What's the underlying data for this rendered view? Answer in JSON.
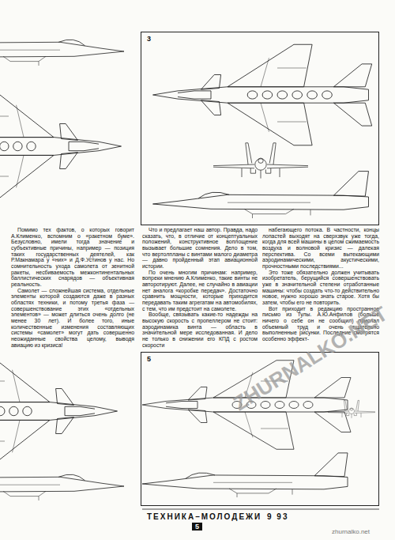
{
  "diagram": {
    "nodes": [
      {
        "text": [
          "3"
        ]
      },
      {
        "text": [
          "5"
        ]
      }
    ],
    "edges": [],
    "labels": [
      "Помимо тех фактов, о которых говорит А.Клименко, вспомним о «ракетном буме». Безусловно, имели тогда значение и субъективные причины, например — позиция таких государственных деятелей, как Р.Макнамара у «них» и Д.Ф.Устинов у нас. Но сомнительность ухода самолета от зенитной ракеты, несбиваемость межконтинентальных баллистических снарядов — объективная реальность.",
      "Самолет — сложнейшая система, отдельные элементы которой создаются даже в разных областях техники, и потому третья фаза — совершенствование этих «отдельных элементов» — может длиться очень долго (не менее 30 лет). И более того, иные количественные изменения составляющих системы «самолет» могут дать совершенно неожиданные свойства целому, выводя авиацию из кризиса!",
      "Что и предлагает наш автор. Правда, надо сказать, что, в отличие от концептуальных положений, конструктивное воплощение вызывает большие сомнения. Дело в том, что вертолпланы с винтами малого диаметра — давно пройденный этап авиационной истории.",
      "По очень многим причинам: например, вопреки мнению А.Клименко, такие винты не авторотируют. Далее, не случайно в авиации нет аналога «коробке передач». Достаточно сравнить мощности, которые приходится передавать таким агрегатам на автомобилях, с тем, что им предстоит на самолете.",
      "Вообще, связывать какие-то надежды на высокую скорость с пропеллером не стоит: аэродинамика винта — область в значительной мере исследованная. И дело не только в снижении его КПД с ростом скорости",
      "набегающего потока. В частности, концы лопастей выходят на сверхзвук уже тогда, когда для всей машины в целом сжимаемость воздуха и волновой кризис — далекая перспектива. Со всеми вытекающими аэродинамическими, акустическими, прочностными последствиями...",
      "Это тоже обязательно должен учитывать изобретатель, берущийся совершенствовать уже в значительной степени отработанные машины: чтобы создать что-то действительно новое, нужно хорошо знать старое. Хотя бы затем, чтобы его не повторить.",
      "Вот приходит в редакцию пространное письмо из Тулы. А.Ю.Анфилов (больше ничего о себе он не сообщил) прислал объемный труд и очень тщательно выполненные рисунки. Последние смотрятся особенно эффект-",
      "ТЕХНИКА–МОЛОДЕЖИ",
      "9 93",
      "5",
      "ZHURNALKO.NET",
      "zhurnalko.net"
    ]
  }
}
